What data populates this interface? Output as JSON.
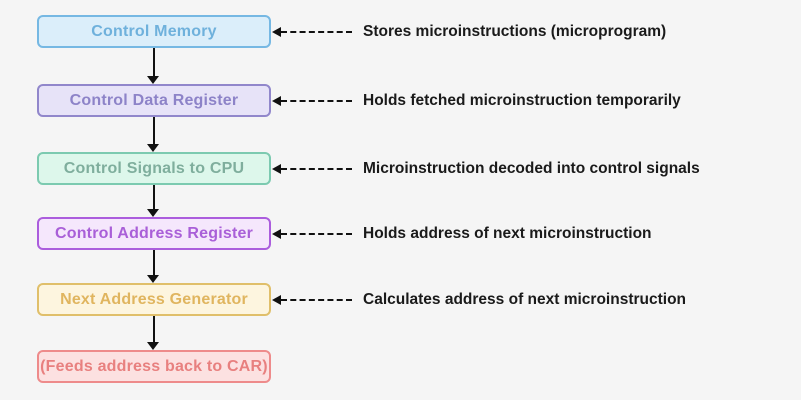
{
  "diagram": {
    "type": "flowchart",
    "background": "#f5f5f5",
    "arrow_color": "#111111",
    "annotation_color": "#1a1a1a",
    "nodes": [
      {
        "label": "Control Memory",
        "annotation": "Stores microinstructions (microprogram)",
        "colors": {
          "bg": "#dbeefa",
          "border": "#76b8e3",
          "text": "#6fb1dc"
        }
      },
      {
        "label": "Control Data Register",
        "annotation": "Holds fetched microinstruction temporarily",
        "colors": {
          "bg": "#e7e3f8",
          "border": "#9187cb",
          "text": "#8d83c8"
        }
      },
      {
        "label": "Control Signals to CPU",
        "annotation": "Microinstruction decoded into control signals",
        "colors": {
          "bg": "#ddf7eb",
          "border": "#7ccab0",
          "text": "#7fae9d"
        }
      },
      {
        "label": "Control Address Register",
        "annotation": "Holds address of next microinstruction",
        "colors": {
          "bg": "#f5e7fc",
          "border": "#ab5ddd",
          "text": "#a95fd8"
        }
      },
      {
        "label": "Next Address Generator",
        "annotation": "Calculates address of next microinstruction",
        "colors": {
          "bg": "#fdf5df",
          "border": "#e0bf6a",
          "text": "#e0b55f"
        }
      },
      {
        "label": "(Feeds address back to CAR)",
        "annotation": "",
        "colors": {
          "bg": "#fce1e1",
          "border": "#ee8b8b",
          "text": "#e8807f"
        }
      }
    ]
  }
}
